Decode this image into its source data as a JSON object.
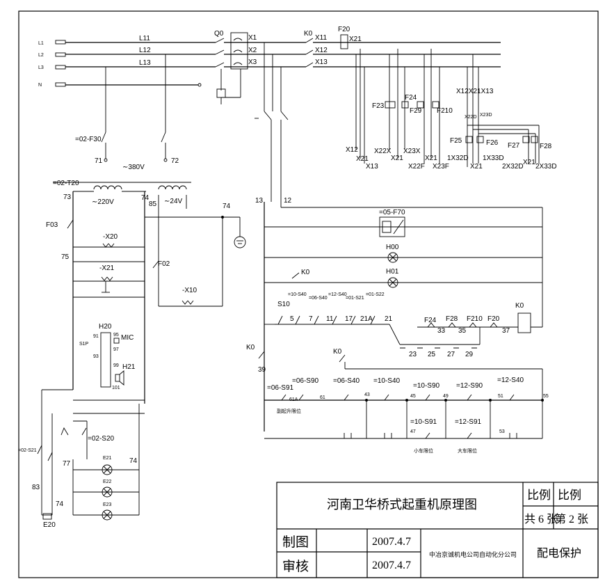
{
  "supply": {
    "l1": "L1",
    "l2": "L2",
    "l3": "L3",
    "n": "N",
    "l11": "L11",
    "l12": "L12",
    "l13": "L13"
  },
  "main_switch": {
    "q0": "Q0",
    "x1": "X1",
    "x2": "X2",
    "x3": "X3",
    "k0": "K0",
    "x11": "X11",
    "x12": "X12",
    "x13": "X13",
    "f20": "F20",
    "x21": "X21"
  },
  "distribution": {
    "x12_x21_x13": "X12X21X13",
    "f23": "F23",
    "f24": "F24",
    "f29": "F29",
    "f210": "F210",
    "x22d": "X22D",
    "x23d": "X23D",
    "f25": "F25",
    "f26": "F26",
    "f27": "F27",
    "f28": "F28",
    "b_x12": "X12",
    "b_x21a": "X21",
    "b_x13": "X13",
    "b_x22x": "X22X",
    "b_x21b": "X21",
    "b_x23x": "X23X",
    "b_x22f": "X22F",
    "b_x21c": "X21",
    "b_x23f": "X23F",
    "b_1x32d": "1X32D",
    "b_x21d": "X21",
    "b_1x33d": "1X33D",
    "b_2x32d": "2X32D",
    "b_x21e": "X21",
    "b_2x33d": "2X33D"
  },
  "transformer": {
    "f30": "=02-F30",
    "n71": "71",
    "n72": "72",
    "v380": "∼380V",
    "t20": "=02-T20",
    "n73": "73",
    "v220": "∼220V",
    "n74a": "74",
    "n85": "85",
    "v24": "∼24V",
    "n74b": "74"
  },
  "left_circuit": {
    "f03": "F03",
    "x20": "-X20",
    "n75": "75",
    "x21": "-X21",
    "f02": "F02",
    "x10": "-X10",
    "h20": "H20",
    "s1p": "S1P",
    "n91": "91",
    "n93": "93",
    "n95": "95",
    "n97": "97",
    "mic": "MIC",
    "n99": "99",
    "h21": "H21",
    "n101": "101"
  },
  "lower_left": {
    "s21": "=02-S21",
    "s20": "=02-S20",
    "n77": "77",
    "n74": "74",
    "e21": "E21",
    "e22": "E22",
    "e23": "E23",
    "n83": "83",
    "n74b": "74",
    "e20": "E20"
  },
  "control": {
    "n13": "13",
    "n12": "12",
    "f70": "=05-F70",
    "h00": "H00",
    "h01": "H01",
    "k0a": "K0",
    "s10": "S10",
    "s40a": "=10-S40",
    "s40b": "=06-S40",
    "s40c": "=12-S40",
    "s21": "=01-S21",
    "s22": "=01-S22",
    "n5": "5",
    "n7": "7",
    "n11": "11",
    "n17": "17",
    "n21a": "21A",
    "n21": "21",
    "f24": "F24",
    "f28": "F28",
    "f210": "F210",
    "f20": "F20",
    "n33": "33",
    "n35": "35",
    "n37": "37",
    "k0coil": "K0",
    "n23": "23",
    "n25": "25",
    "n27": "27",
    "n29": "29",
    "k0b": "K0",
    "k0c": "K0",
    "n39": "39"
  },
  "limit_circuit": {
    "s91a": "=06-S91",
    "s90a": "=06-S90",
    "s40d": "=06-S40",
    "s40e": "=10-S40",
    "s90b": "=10-S90",
    "s90c": "=12-S90",
    "s40f": "=12-S40",
    "n61a": "61A",
    "n61": "61",
    "n43": "43",
    "n45": "45",
    "n49": "49",
    "n51": "51",
    "n55": "55",
    "s91b": "=10-S91",
    "s91c": "=12-S91",
    "n47": "47",
    "n53": "53",
    "lab_hoist": "副起升限位",
    "lab_trolley": "小车限位",
    "lab_bridge": "大车限位"
  },
  "title_block": {
    "title": "河南卫华桥式起重机原理图",
    "scale1": "比例",
    "scale2": "比例",
    "sheets": "共 6 张",
    "sheet_no": "第 2 张",
    "drawn": "制图",
    "checked": "审核",
    "date1": "2007.4.7",
    "date2": "2007.4.7",
    "company": "中冶京诚机电公司自动化分公司",
    "sheet_title": "配电保护"
  }
}
